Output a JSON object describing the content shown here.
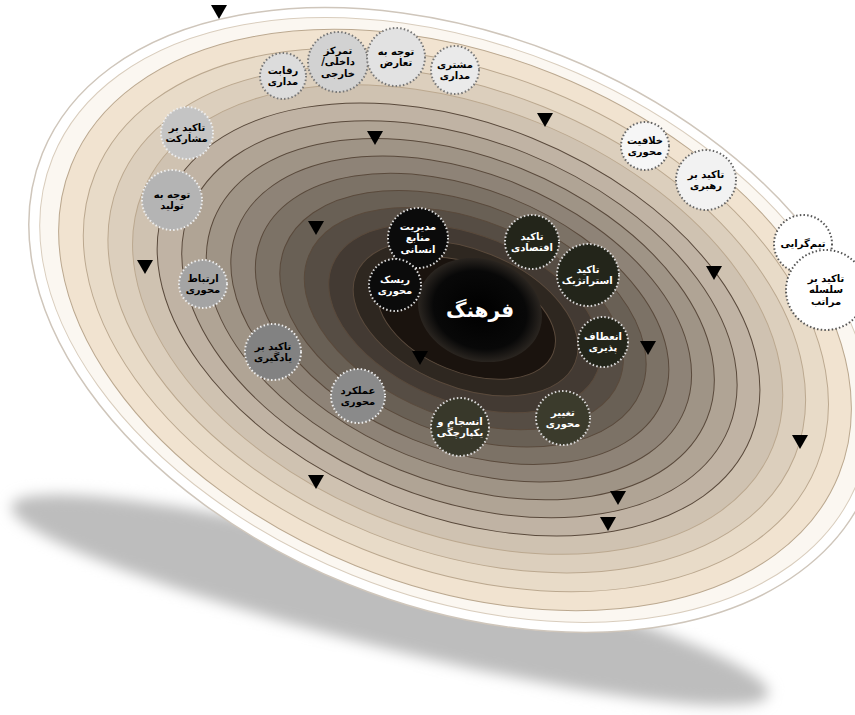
{
  "diagram": {
    "nodes": [
      {
        "text": [
          "فرهنگ"
        ]
      },
      {
        "text": [
          "مدیریت منابع انسانی"
        ]
      },
      {
        "text": [
          "ریسک محوری"
        ]
      },
      {
        "text": [
          "تاکید اقتصادی"
        ]
      },
      {
        "text": [
          "تاکید استراتژیک"
        ]
      },
      {
        "text": [
          "انعطاف پذیری"
        ]
      },
      {
        "text": [
          "تغییر محوری"
        ]
      },
      {
        "text": [
          "انسجام و یکپارچگی"
        ]
      },
      {
        "text": [
          "عملکرد محوری"
        ]
      },
      {
        "text": [
          "تاکید بر یادگیری"
        ]
      },
      {
        "text": [
          "ارتباط محوری"
        ]
      },
      {
        "text": [
          "توجه به تولید"
        ]
      },
      {
        "text": [
          "تاکید بر مشارکت"
        ]
      },
      {
        "text": [
          "رقابت مداری"
        ]
      },
      {
        "text": [
          "تمرکز داخلی/خارجی"
        ]
      },
      {
        "text": [
          "توجه به تعارض"
        ]
      },
      {
        "text": [
          "مشتری مداری"
        ]
      },
      {
        "text": [
          "خلاقیت محوری"
        ]
      },
      {
        "text": [
          "تاکید بر رهبری"
        ]
      },
      {
        "text": [
          "تیم‌گرایی"
        ]
      },
      {
        "text": [
          "تاکید بر سلسله مراتب"
        ]
      }
    ],
    "edges": []
  }
}
